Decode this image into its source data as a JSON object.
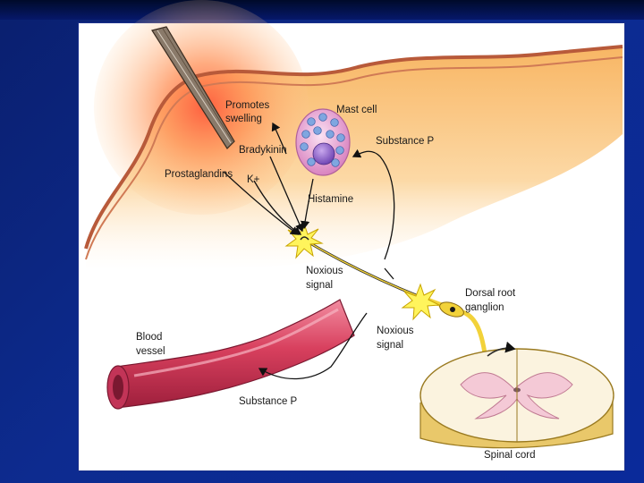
{
  "labels": {
    "promotes_swelling_line1": "Promotes",
    "promotes_swelling_line2": "swelling",
    "mast_cell": "Mast cell",
    "bradykinin": "Bradykinin",
    "substance_p_top": "Substance P",
    "prostaglandins": "Prostaglandins",
    "potassium": "K+",
    "histamine": "Histamine",
    "noxious_signal_1_line1": "Noxious",
    "noxious_signal_1_line2": "signal",
    "dorsal_root_ganglion_line1": "Dorsal root",
    "dorsal_root_ganglion_line2": "ganglion",
    "blood_vessel_line1": "Blood",
    "blood_vessel_line2": "vessel",
    "noxious_signal_2_line1": "Noxious",
    "noxious_signal_2_line2": "signal",
    "substance_p_bottom": "Substance P",
    "spinal_cord": "Spinal cord"
  },
  "colors": {
    "slide_background": "#0d2b8f",
    "panel": "#ffffff",
    "tissue_fill": "#f6b96a",
    "skin_line": "#b85a3a",
    "blood_vessel": "#d8405e",
    "nerve": "#f2d23a",
    "mast_cell": "#e9a9d8",
    "granule": "#7fa6e0",
    "spinal_cord_white": "#fbf3df",
    "spinal_cord_gray": "#f4c9d6"
  }
}
